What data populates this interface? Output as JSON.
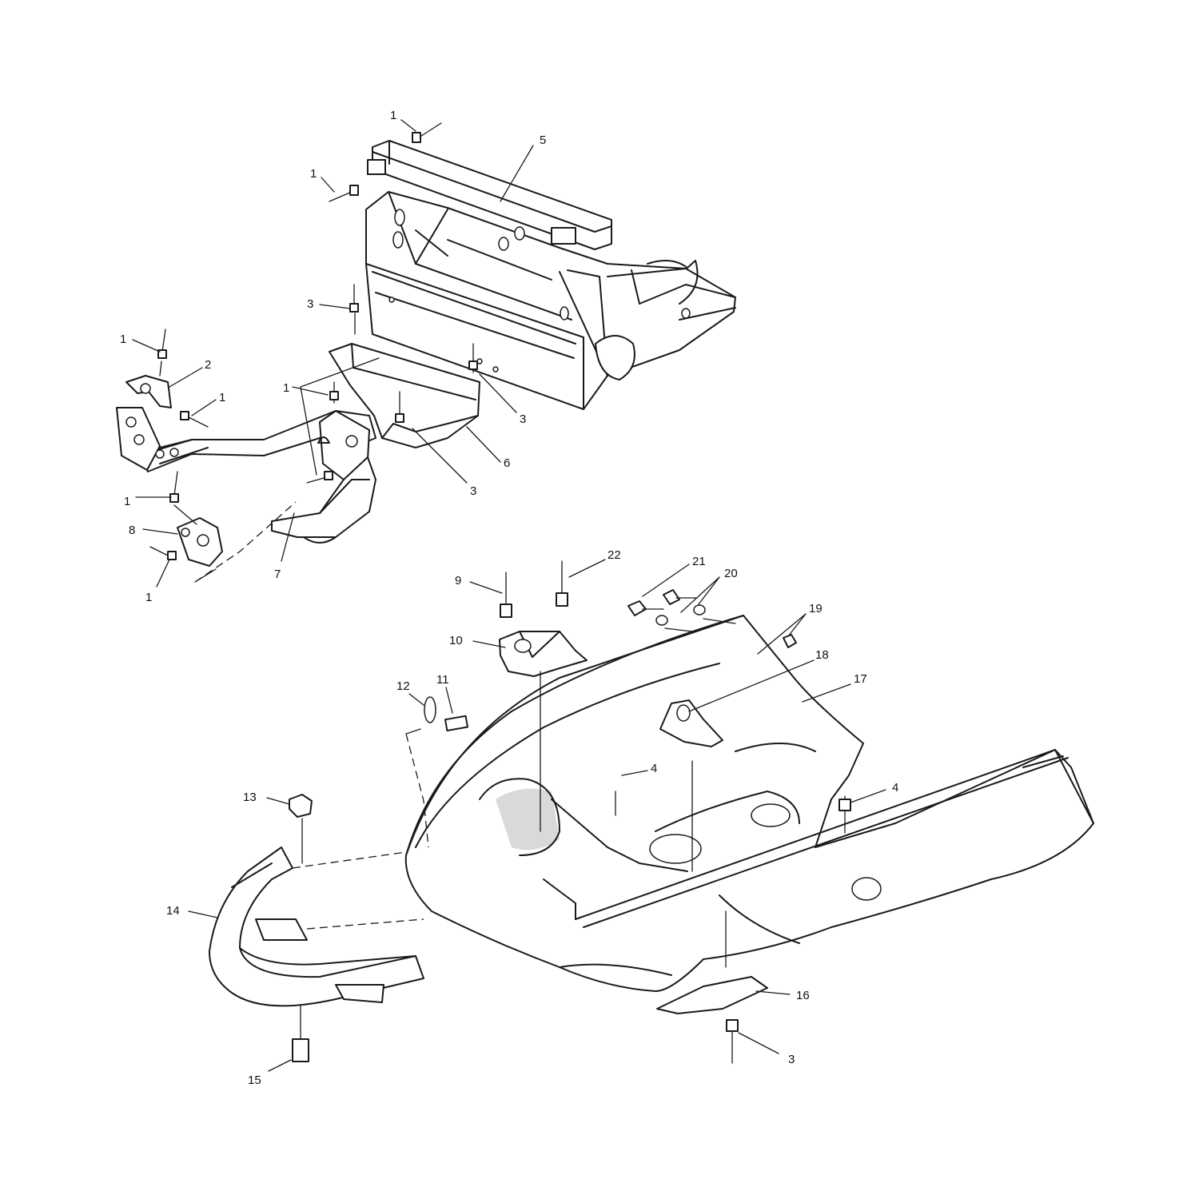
{
  "diagram": {
    "callouts": [
      {
        "id": "c1a",
        "label": "1"
      },
      {
        "id": "c5",
        "label": "5"
      },
      {
        "id": "c1b",
        "label": "1"
      },
      {
        "id": "c3a",
        "label": "3"
      },
      {
        "id": "c1c",
        "label": "1"
      },
      {
        "id": "c2",
        "label": "2"
      },
      {
        "id": "c1d",
        "label": "1"
      },
      {
        "id": "c1e",
        "label": "1"
      },
      {
        "id": "c3b",
        "label": "3"
      },
      {
        "id": "c6",
        "label": "6"
      },
      {
        "id": "c3c",
        "label": "3"
      },
      {
        "id": "c1f",
        "label": "1"
      },
      {
        "id": "c8",
        "label": "8"
      },
      {
        "id": "c7",
        "label": "7"
      },
      {
        "id": "c1g",
        "label": "1"
      },
      {
        "id": "c22",
        "label": "22"
      },
      {
        "id": "c9",
        "label": "9"
      },
      {
        "id": "c21",
        "label": "21"
      },
      {
        "id": "c20",
        "label": "20"
      },
      {
        "id": "c19",
        "label": "19"
      },
      {
        "id": "c10",
        "label": "10"
      },
      {
        "id": "c18",
        "label": "18"
      },
      {
        "id": "c17",
        "label": "17"
      },
      {
        "id": "c12",
        "label": "12"
      },
      {
        "id": "c11",
        "label": "11"
      },
      {
        "id": "c4a",
        "label": "4"
      },
      {
        "id": "c4b",
        "label": "4"
      },
      {
        "id": "c13",
        "label": "13"
      },
      {
        "id": "c14",
        "label": "14"
      },
      {
        "id": "c16",
        "label": "16"
      },
      {
        "id": "c3d",
        "label": "3"
      },
      {
        "id": "c15",
        "label": "15"
      }
    ]
  }
}
